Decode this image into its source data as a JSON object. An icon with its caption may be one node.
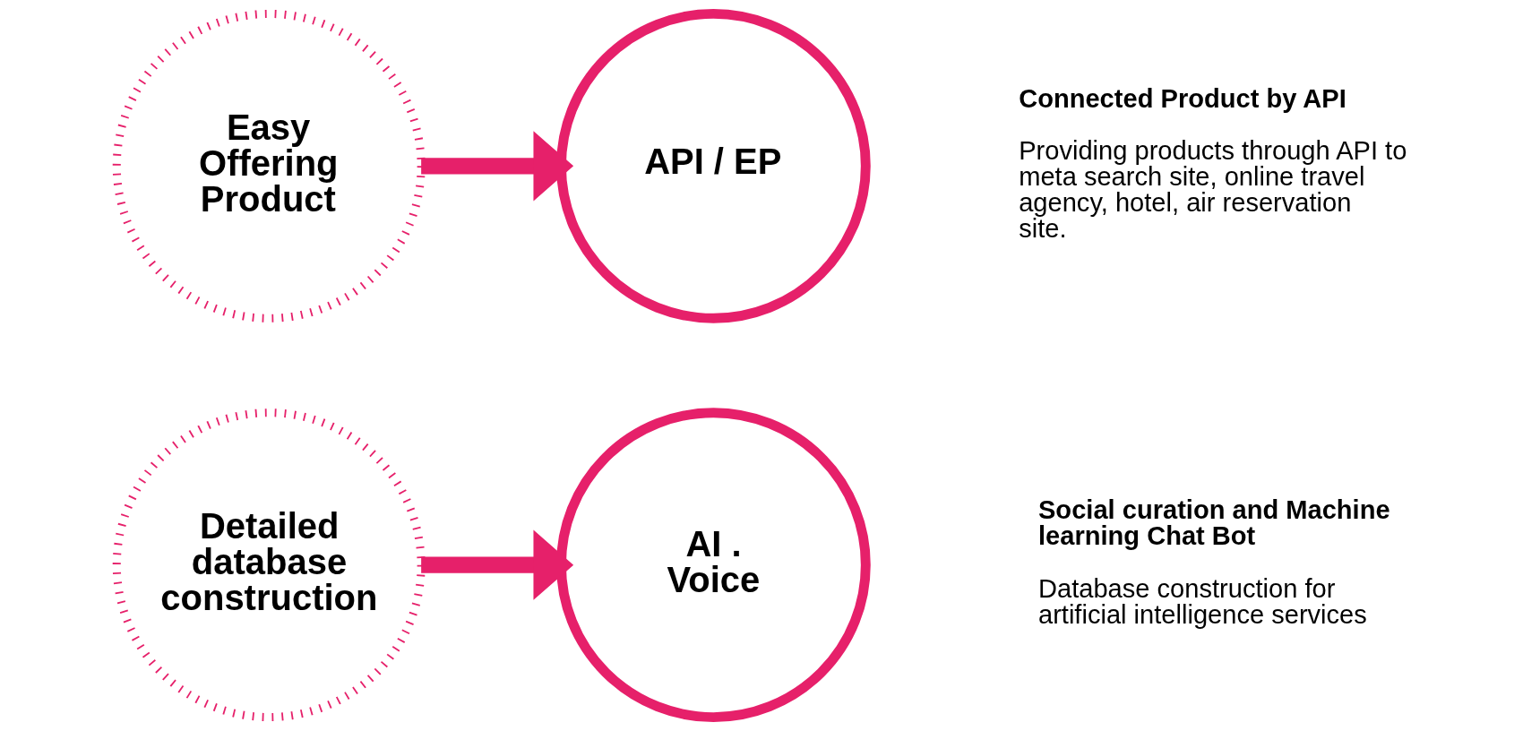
{
  "diagram": {
    "nodes": [
      {
        "text": [
          "Detailed database construction"
        ]
      },
      {
        "text": [
          "AI . Voice"
        ],
        "beside": [
          "Social curation and Machine learning Chat Bot",
          "Database construction for artificial intelligence services"
        ]
      },
      {
        "text": [
          "Easy Offering Product"
        ]
      },
      {
        "text": [
          "API / EP"
        ],
        "beside": [
          "Connected Product by API",
          "Providing products through API to meta search site, online travel agency, hotel, air reservation site."
        ]
      }
    ],
    "edges": [
      {
        "from": 0,
        "to": 1,
        "arrow": "to"
      },
      {
        "from": 2,
        "to": 3,
        "arrow": "to"
      }
    ]
  }
}
